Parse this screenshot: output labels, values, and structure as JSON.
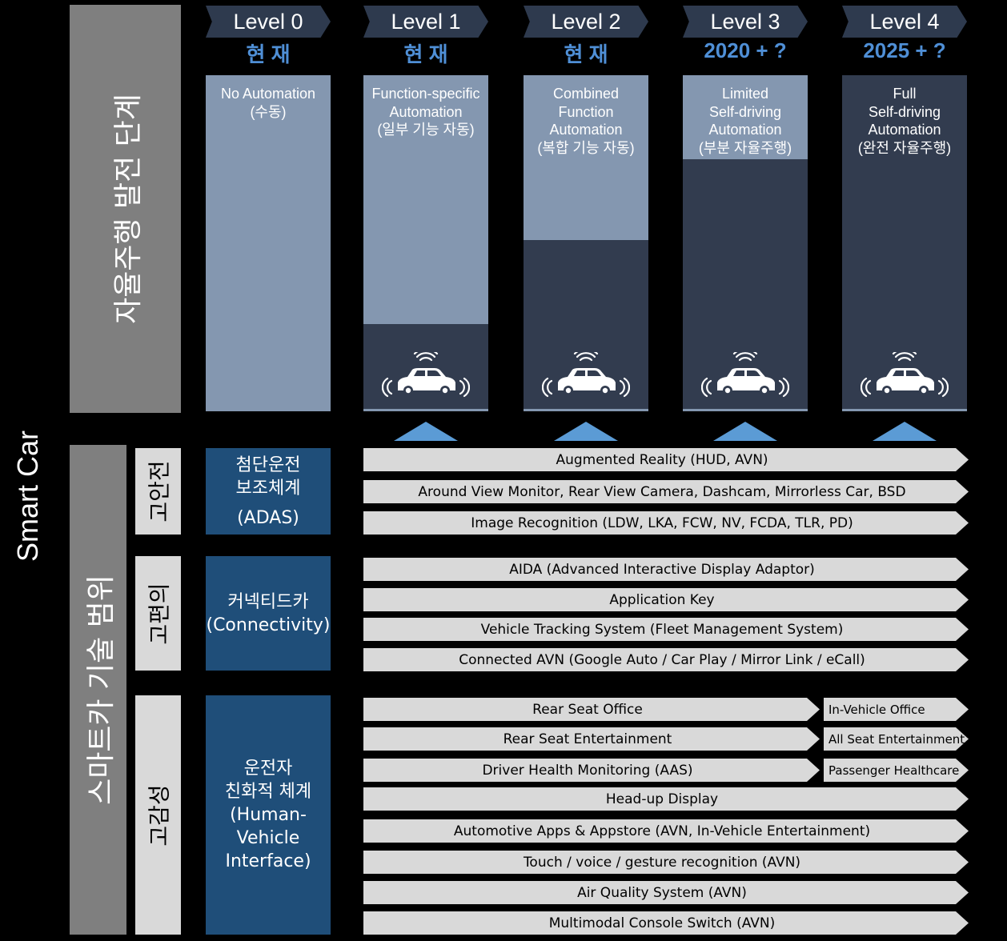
{
  "side_label": "Smart Car",
  "top_section_label": "자율주행 발전 단계",
  "bottom_section_label": "스마트카 기술 범위",
  "levels": [
    {
      "name": "Level 0",
      "timing": "현 재",
      "lines": [
        "No Automation",
        "(수동)"
      ],
      "fill_fraction": 1.0
    },
    {
      "name": "Level 1",
      "timing": "현 재",
      "lines": [
        "Function-specific",
        "Automation",
        "(일부 기능 자동)"
      ],
      "fill_fraction": 0.74
    },
    {
      "name": "Level 2",
      "timing": "현 재",
      "lines": [
        "Combined",
        "Function",
        "Automation",
        "(복합 기능 자동)"
      ],
      "fill_fraction": 0.49
    },
    {
      "name": "Level 3",
      "timing": "2020 + ?",
      "lines": [
        "Limited",
        "Self-driving",
        "Automation",
        "(부분 자율주행)"
      ],
      "fill_fraction": 0.25
    },
    {
      "name": "Level 4",
      "timing": "2025 + ?",
      "lines": [
        "Full",
        "Self-driving",
        "Automation",
        "(완전 자율주행)"
      ],
      "fill_fraction": 0.0
    }
  ],
  "groups": [
    {
      "label": "고안전",
      "category_lines": [
        "첨단운전",
        "보조체계",
        "",
        "(ADAS)"
      ],
      "items": [
        {
          "text": "Augmented Reality (HUD, AVN)"
        },
        {
          "text": "Around View Monitor, Rear View Camera, Dashcam, Mirrorless Car, BSD"
        },
        {
          "text": "Image Recognition (LDW, LKA, FCW, NV, FCDA, TLR, PD)"
        }
      ]
    },
    {
      "label": "고편의",
      "category_lines": [
        "커넥티드카",
        "(Connectivity)"
      ],
      "items": [
        {
          "text": "AIDA (Advanced  Interactive Display Adaptor)"
        },
        {
          "text": "Application Key"
        },
        {
          "text": "Vehicle Tracking System (Fleet Management System)"
        },
        {
          "text": "Connected AVN (Google Auto / Car Play / Mirror Link / eCall)"
        }
      ]
    },
    {
      "label": "고감성",
      "category_lines": [
        "운전자",
        "친화적 체계",
        "(Human-",
        "Vehicle",
        "Interface)"
      ],
      "items": [
        {
          "text": "Rear Seat Office",
          "extension": "In-Vehicle Office"
        },
        {
          "text": "Rear Seat Entertainment",
          "extension": "All Seat Entertainment"
        },
        {
          "text": "Driver Health Monitoring (AAS)",
          "extension": "Passenger Healthcare"
        },
        {
          "text": "Head-up Display"
        },
        {
          "text": "Automotive Apps & Appstore (AVN, In-Vehicle Entertainment)"
        },
        {
          "text": "Touch / voice / gesture recognition (AVN)"
        },
        {
          "text": "Air Quality System (AVN)"
        },
        {
          "text": "Multimodal Console Switch (AVN)"
        }
      ]
    }
  ]
}
